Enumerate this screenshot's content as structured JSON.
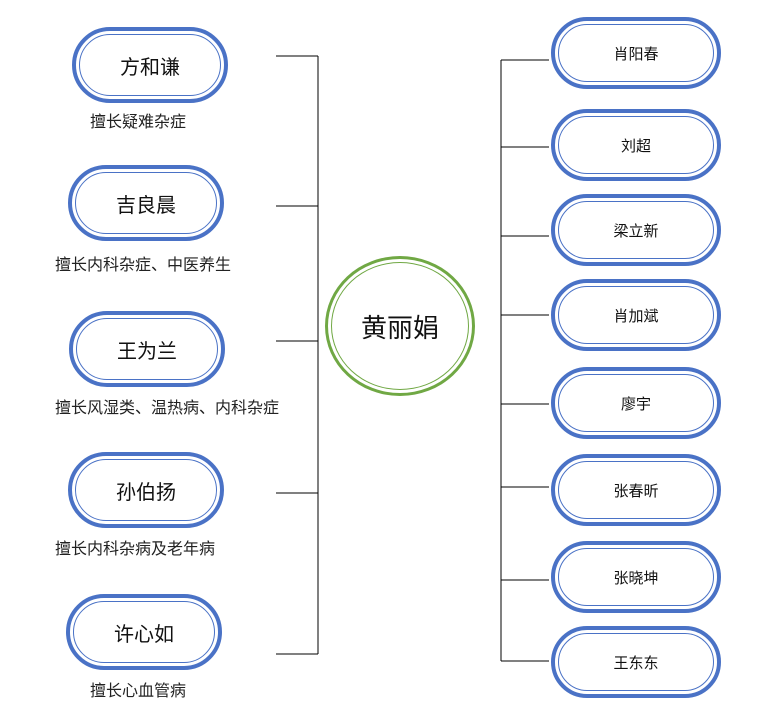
{
  "center": {
    "name": "黄丽娟"
  },
  "left": [
    {
      "name": "方和谦",
      "desc": "擅长疑难杂症"
    },
    {
      "name": "吉良晨",
      "desc": "擅长内科杂症、中医养生"
    },
    {
      "name": "王为兰",
      "desc": "擅长风湿类、温热病、内科杂症"
    },
    {
      "name": "孙伯扬",
      "desc": "擅长内科杂病及老年病"
    },
    {
      "name": "许心如",
      "desc": "擅长心血管病"
    }
  ],
  "right": [
    {
      "name": "肖阳春"
    },
    {
      "name": "刘超"
    },
    {
      "name": "梁立新"
    },
    {
      "name": "肖加斌"
    },
    {
      "name": "廖宇"
    },
    {
      "name": "张春昕"
    },
    {
      "name": "张晓坤"
    },
    {
      "name": "王东东"
    }
  ],
  "colors": {
    "left_border": "#4a72c6",
    "center_border": "#70a844"
  }
}
